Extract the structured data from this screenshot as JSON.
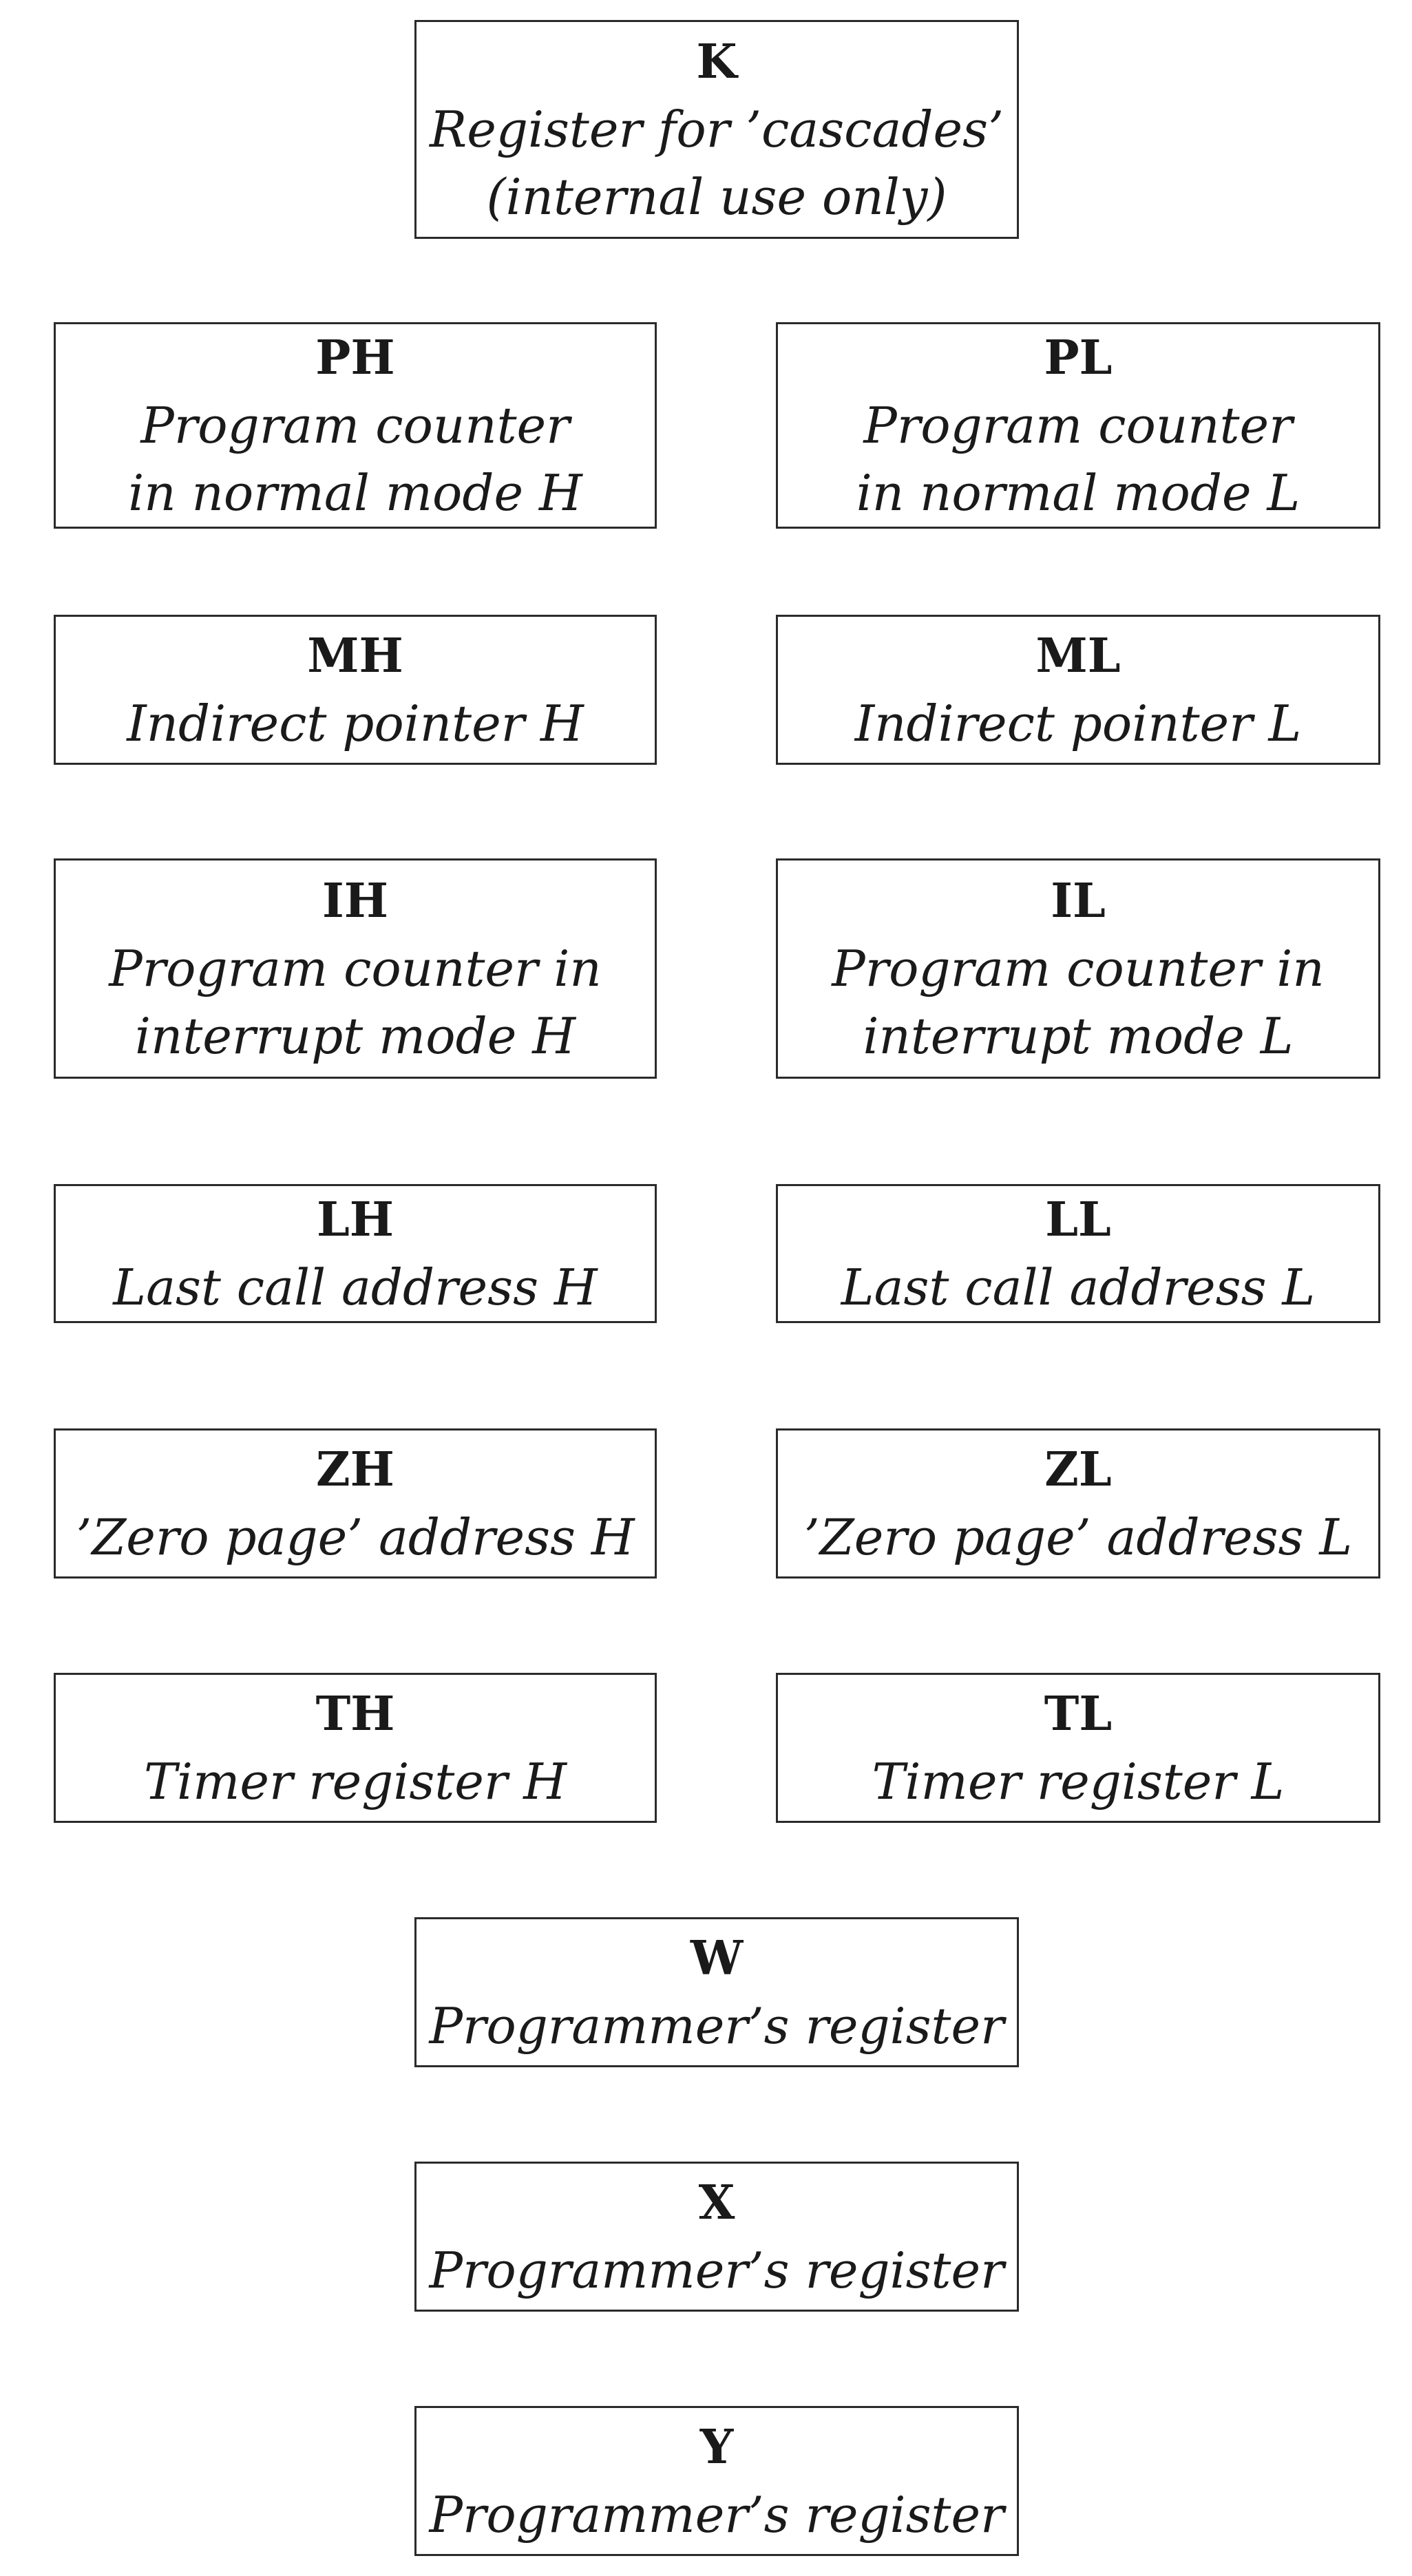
{
  "registers": {
    "k": {
      "name": "K",
      "description": "Register for ’cascades’\n(internal use only)"
    },
    "ph": {
      "name": "PH",
      "description": "Program counter\nin normal mode H"
    },
    "pl": {
      "name": "PL",
      "description": "Program counter\nin normal mode L"
    },
    "mh": {
      "name": "MH",
      "description": "Indirect pointer H"
    },
    "ml": {
      "name": "ML",
      "description": "Indirect pointer L"
    },
    "ih": {
      "name": "IH",
      "description": "Program counter in\ninterrupt mode H"
    },
    "il": {
      "name": "IL",
      "description": "Program counter in\ninterrupt mode L"
    },
    "lh": {
      "name": "LH",
      "description": "Last call address H"
    },
    "ll": {
      "name": "LL",
      "description": "Last call address L"
    },
    "zh": {
      "name": "ZH",
      "description": "’Zero page’ address H"
    },
    "zl": {
      "name": "ZL",
      "description": "’Zero page’ address L"
    },
    "th": {
      "name": "TH",
      "description": "Timer register H"
    },
    "tl": {
      "name": "TL",
      "description": "Timer register L"
    },
    "w": {
      "name": "W",
      "description": "Programmer’s register"
    },
    "x": {
      "name": "X",
      "description": "Programmer’s register"
    },
    "y": {
      "name": "Y",
      "description": "Programmer’s register"
    }
  },
  "colors": {
    "border": "#2b2b2b",
    "text": "#1a1a1a",
    "background": "#ffffff"
  }
}
